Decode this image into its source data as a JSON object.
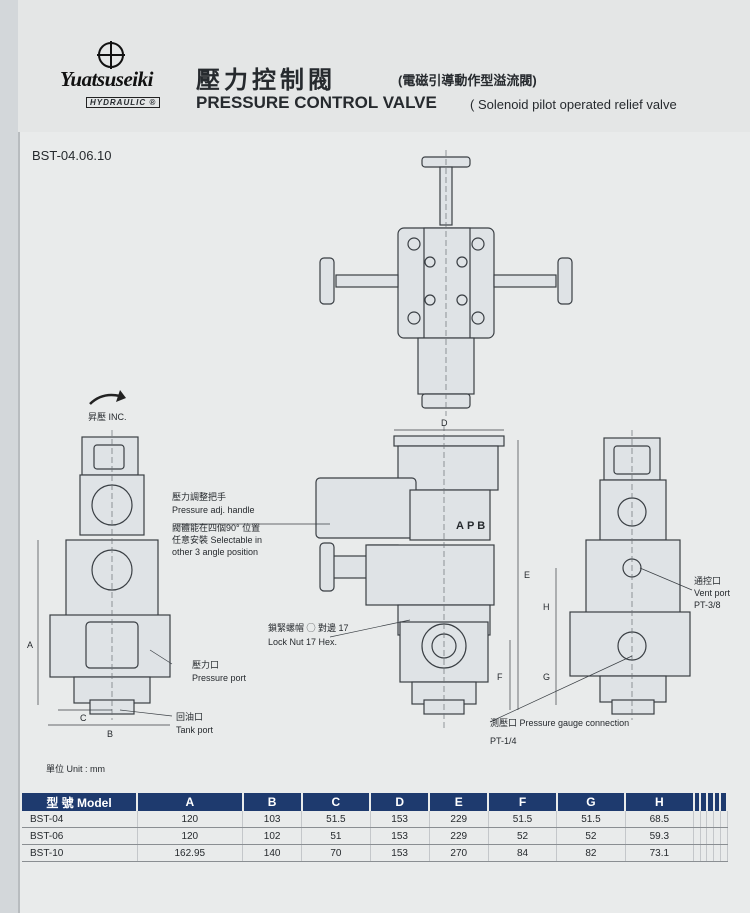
{
  "header": {
    "brand": "Yuatsuseiki",
    "brand_sub": "HYDRAULIC ®",
    "title_zh": "壓力控制閥",
    "title_zh_sub": "(電磁引導動作型溢流閥)",
    "title_en": "PRESSURE CONTROL VALVE",
    "title_en_sub": "( Solenoid pilot operated relief valve"
  },
  "model_code": "BST-04.06.10",
  "labels": {
    "inc": "昇壓 INC.",
    "handle_zh": "壓力調整把手",
    "handle_en": "Pressure adj. handle",
    "angle_zh": "閥體能在四個90° 位置",
    "angle_zh2": "任意安裝  Selectable in",
    "angle_en": "other 3 angle position",
    "pressure_port_zh": "壓力口",
    "pressure_port_en": "Pressure port",
    "tank_port_zh": "回油口",
    "tank_port_en": "Tank port",
    "lock_nut_zh": "鎖緊螺帽 ◯ 對邊 17",
    "lock_nut_en": "Lock Nut 17 Hex.",
    "vent_port_zh": "通控口",
    "vent_port_en": "Vent port",
    "vent_port_size": "PT-3/8",
    "gauge_zh": "測壓口 Pressure gauge connection",
    "gauge_size": "PT-1/4",
    "nameplate": "APB"
  },
  "dims": {
    "A": "A",
    "B": "B",
    "C": "C",
    "D": "D",
    "E": "E",
    "F": "F",
    "G": "G",
    "H": "H"
  },
  "unit": "單位 Unit : mm",
  "table": {
    "headers": [
      "型 號 Model",
      "A",
      "B",
      "C",
      "D",
      "E",
      "F",
      "G",
      "H",
      "",
      "",
      "",
      "",
      ""
    ],
    "rows": [
      [
        "BST-04",
        "120",
        "103",
        "51.5",
        "153",
        "229",
        "51.5",
        "51.5",
        "68.5"
      ],
      [
        "BST-06",
        "120",
        "102",
        "51",
        "153",
        "229",
        "52",
        "52",
        "59.3"
      ],
      [
        "BST-10",
        "162.95",
        "140",
        "70",
        "153",
        "270",
        "84",
        "82",
        "73.1"
      ]
    ]
  }
}
